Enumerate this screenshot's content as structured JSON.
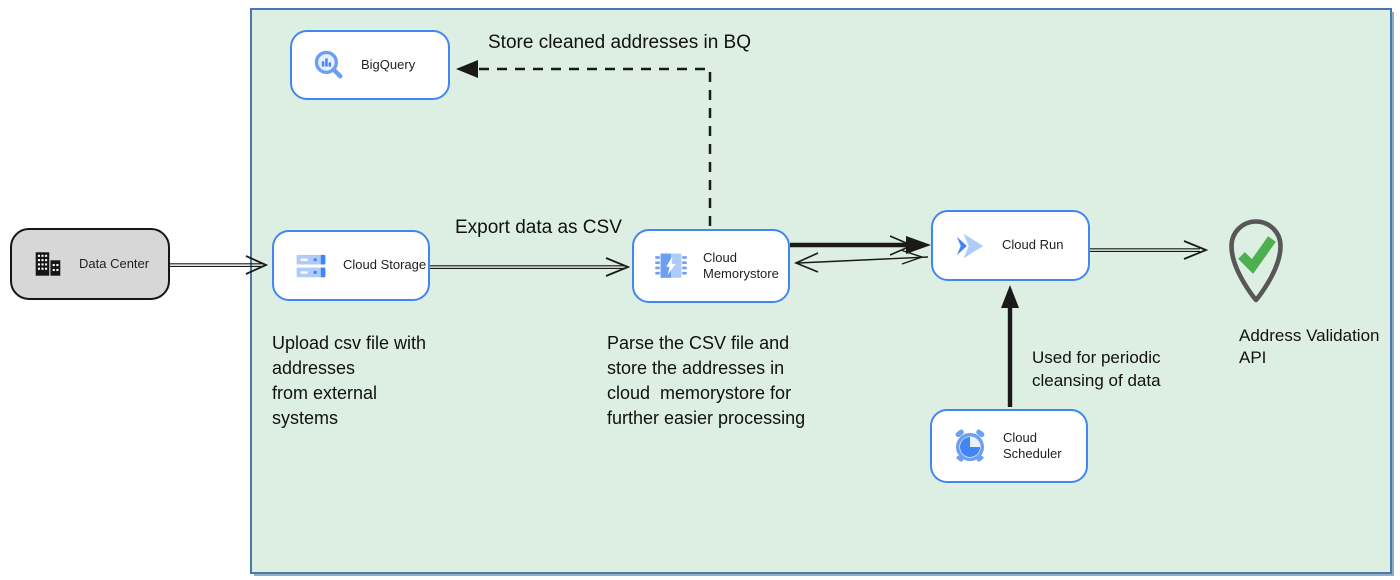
{
  "diagram": {
    "colors": {
      "canvas_bg": "#ffffff",
      "boundary_fill": "#ddeee3",
      "boundary_border": "#4779a9",
      "node_fill": "#ffffff",
      "node_border": "#4285f4",
      "datacenter_fill": "#d7d7d7",
      "datacenter_border": "#161616",
      "icon_blue": "#4285f4",
      "icon_blue_mid": "#6d9ef2",
      "icon_blue_light": "#aecbfa",
      "icon_blue_pale": "#e8f0fe",
      "arrow_black": "#1a1a1a",
      "pin_outline": "#575757",
      "check_green": "#4caf50",
      "text_color": "#1a1a1a"
    },
    "nodes": {
      "data_center": {
        "label": "Data Center",
        "icon": "building-icon"
      },
      "bigquery": {
        "label": "BigQuery",
        "icon": "bigquery-magnifier-icon"
      },
      "cloud_storage": {
        "label": "Cloud Storage",
        "icon": "storage-bars-icon"
      },
      "cloud_memorystore": {
        "label": "Cloud\nMemorystore",
        "icon": "memorystore-chip-icon"
      },
      "cloud_run": {
        "label": "Cloud Run",
        "icon": "cloud-run-chevrons-icon"
      },
      "cloud_scheduler": {
        "label": "Cloud Scheduler",
        "icon": "scheduler-alarm-clock-icon"
      },
      "address_validation_api": {
        "label": "Address Validation\nAPI",
        "icon": "location-pin-check-icon"
      }
    },
    "edge_labels": {
      "store_cleaned_addresses": "Store cleaned addresses in BQ",
      "export_data_csv": "Export data as CSV",
      "periodic_cleansing": "Used for periodic\ncleansing of data"
    },
    "annotations": {
      "upload_note": "Upload csv file with\naddresses\nfrom external\nsystems",
      "parse_note": "Parse the CSV file and\nstore the addresses in\ncloud  memorystore for\nfurther easier processing"
    }
  }
}
